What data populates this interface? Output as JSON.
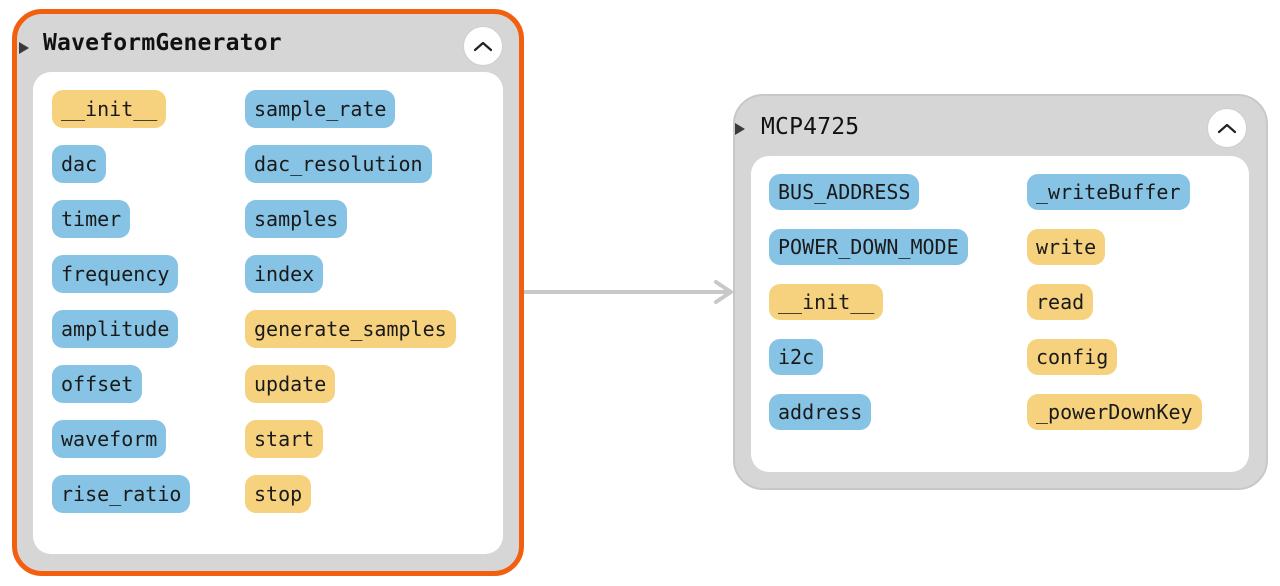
{
  "colors": {
    "attribute": "#86c3e5",
    "method": "#f6d27e",
    "selected_border": "#f2600f",
    "node_background": "#d6d6d6",
    "edge": "#c8c8c8"
  },
  "nodes": [
    {
      "title": "WaveformGenerator",
      "selected": true,
      "collapse_icon": "chevron-up-icon",
      "left_members": [
        {
          "label": "__init__",
          "kind": "method"
        },
        {
          "label": "dac",
          "kind": "attribute"
        },
        {
          "label": "timer",
          "kind": "attribute"
        },
        {
          "label": "frequency",
          "kind": "attribute"
        },
        {
          "label": "amplitude",
          "kind": "attribute"
        },
        {
          "label": "offset",
          "kind": "attribute"
        },
        {
          "label": "waveform",
          "kind": "attribute"
        },
        {
          "label": "rise_ratio",
          "kind": "attribute"
        }
      ],
      "right_members": [
        {
          "label": "sample_rate",
          "kind": "attribute"
        },
        {
          "label": "dac_resolution",
          "kind": "attribute"
        },
        {
          "label": "samples",
          "kind": "attribute"
        },
        {
          "label": "index",
          "kind": "attribute"
        },
        {
          "label": "generate_samples",
          "kind": "method"
        },
        {
          "label": "update",
          "kind": "method"
        },
        {
          "label": "start",
          "kind": "method"
        },
        {
          "label": "stop",
          "kind": "method"
        }
      ]
    },
    {
      "title": "MCP4725",
      "selected": false,
      "collapse_icon": "chevron-up-icon",
      "left_members": [
        {
          "label": "BUS_ADDRESS",
          "kind": "attribute"
        },
        {
          "label": "POWER_DOWN_MODE",
          "kind": "attribute"
        },
        {
          "label": "__init__",
          "kind": "method"
        },
        {
          "label": "i2c",
          "kind": "attribute"
        },
        {
          "label": "address",
          "kind": "attribute"
        }
      ],
      "right_members": [
        {
          "label": "_writeBuffer",
          "kind": "attribute"
        },
        {
          "label": "write",
          "kind": "method"
        },
        {
          "label": "read",
          "kind": "method"
        },
        {
          "label": "config",
          "kind": "method"
        },
        {
          "label": "_powerDownKey",
          "kind": "method"
        }
      ]
    }
  ],
  "edges": [
    {
      "from": "WaveformGenerator",
      "to": "MCP4725",
      "arrow": "open-chevron"
    }
  ]
}
